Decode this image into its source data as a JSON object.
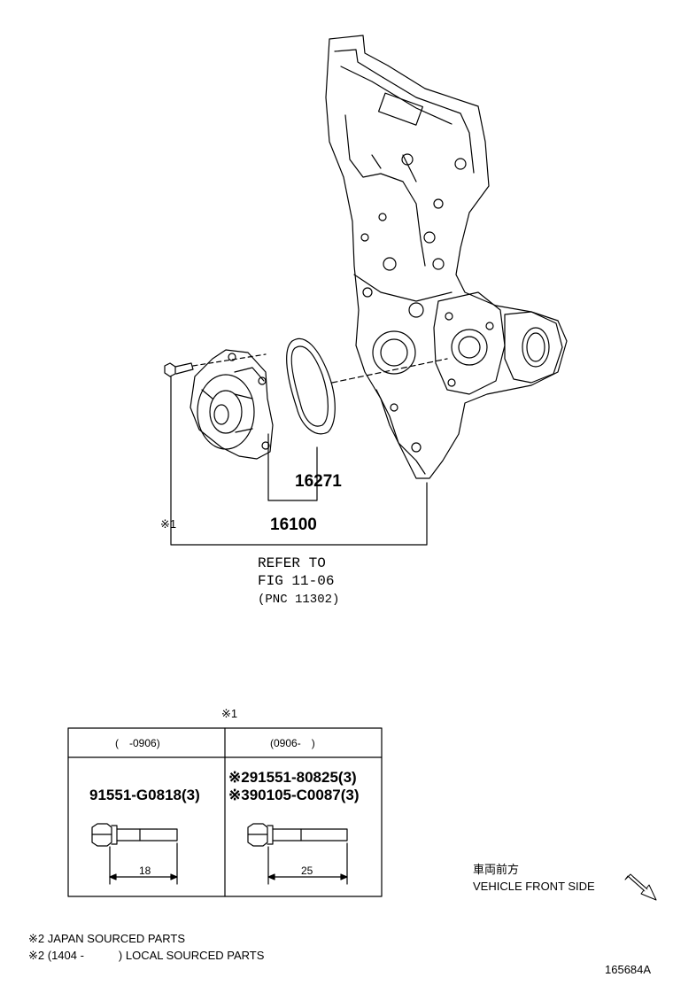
{
  "parts": {
    "gasket": "16271",
    "pump": "16100",
    "bolt_note_marker": "※1"
  },
  "refer": {
    "line1": "REFER TO",
    "line2": "FIG 11-06",
    "line3": "(PNC 11302)"
  },
  "table": {
    "marker": "※1",
    "col1_header": "(　-0906)",
    "col2_header": "(0906-　)",
    "col1_part": "91551-G0818(3)",
    "col2_part_line1": "※291551-80825(3)",
    "col2_part_line2": "※390105-C0087(3)",
    "col1_length": "18",
    "col2_length": "25"
  },
  "direction": {
    "jp_label": "車両前方",
    "en_label": "VEHICLE FRONT SIDE"
  },
  "notes": {
    "note1": "※2 JAPAN SOURCED PARTS",
    "note2": "※2 (1404 -　　　) LOCAL SOURCED PARTS"
  },
  "figure_id": "165684A"
}
